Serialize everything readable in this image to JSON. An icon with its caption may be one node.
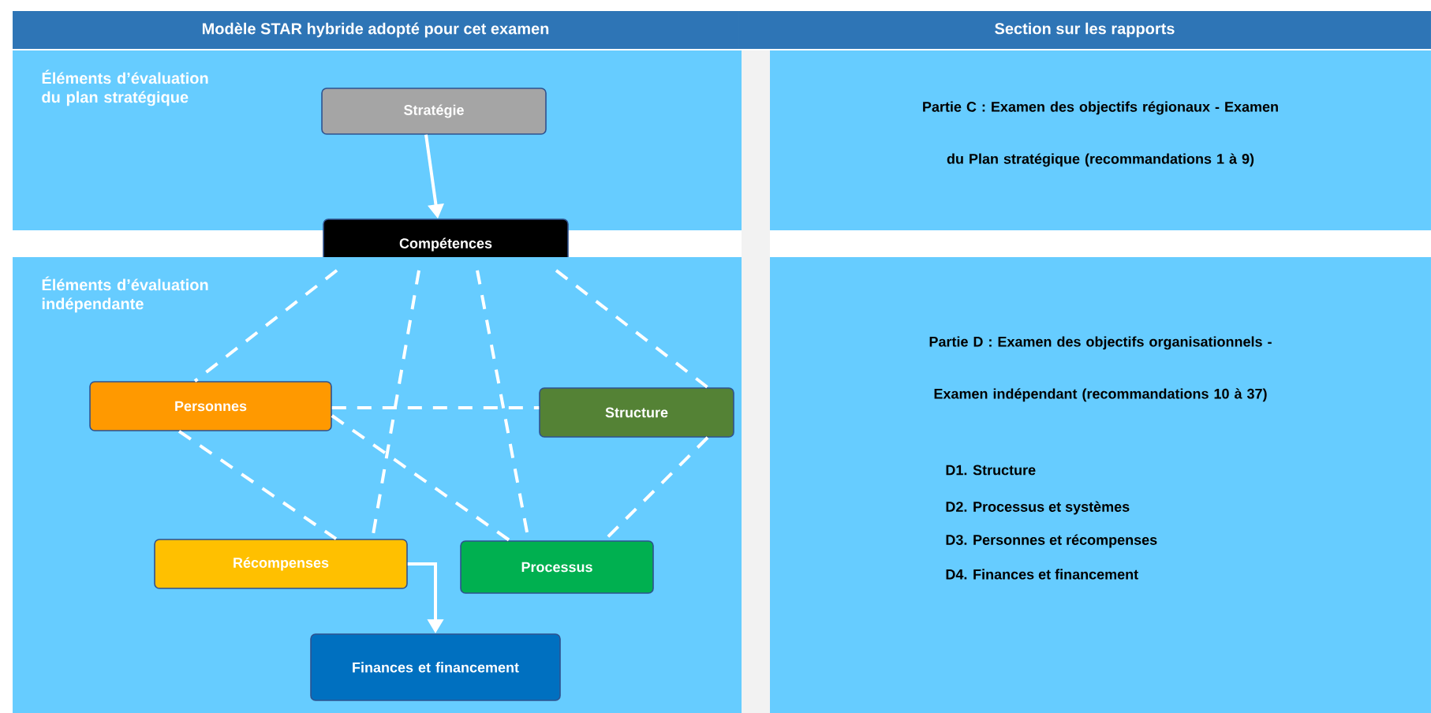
{
  "diagram": {
    "nodes": [
      {
        "text": [
          "Modèle STAR hybride adopté pour cet examen"
        ]
      },
      {
        "text": [
          "Section sur les rapports"
        ]
      },
      {
        "text": [
          "Éléments d’évaluation du plan stratégique"
        ]
      },
      {
        "text": [
          "Stratégie"
        ],
        "in": 2
      },
      {
        "text": [
          "Compétences"
        ]
      },
      {
        "text": [
          "Éléments d’évaluation indépendante"
        ]
      },
      {
        "text": [
          "Personnes"
        ],
        "in": 5
      },
      {
        "text": [
          "Structure"
        ],
        "in": 5
      },
      {
        "text": [
          "Récompenses"
        ],
        "in": 5
      },
      {
        "text": [
          "Processus"
        ],
        "in": 5
      },
      {
        "text": [
          "Finances et financement"
        ],
        "in": 5
      },
      {
        "text": [
          "Partie C : Examen des objectifs régionaux - Examen du Plan stratégique (recommandations 1 à 9)"
        ]
      },
      {
        "text": [
          "Partie D : Examen des objectifs organisationnels - Examen indépendant (recommandations 10 à 37)",
          "D1. Structure",
          "D2. Processus et systèmes",
          "D3. Personnes et récompenses",
          "D4. Finances et financement"
        ]
      }
    ],
    "edges": [
      {
        "from": 3,
        "to": 4,
        "arrow": "to"
      },
      {
        "from": 4,
        "to": 6,
        "arrow": "none",
        "style": "dashed"
      },
      {
        "from": 4,
        "to": 8,
        "arrow": "none",
        "style": "dashed"
      },
      {
        "from": 4,
        "to": 9,
        "arrow": "none",
        "style": "dashed"
      },
      {
        "from": 4,
        "to": 7,
        "arrow": "none",
        "style": "dashed"
      },
      {
        "from": 6,
        "to": 7,
        "arrow": "none",
        "style": "dashed"
      },
      {
        "from": 6,
        "to": 9,
        "arrow": "none",
        "style": "dashed"
      },
      {
        "from": 6,
        "to": 8,
        "arrow": "none",
        "style": "dashed"
      },
      {
        "from": 7,
        "to": 9,
        "arrow": "none",
        "style": "dashed"
      },
      {
        "from": 8,
        "to": 10,
        "arrow": "to"
      }
    ]
  }
}
